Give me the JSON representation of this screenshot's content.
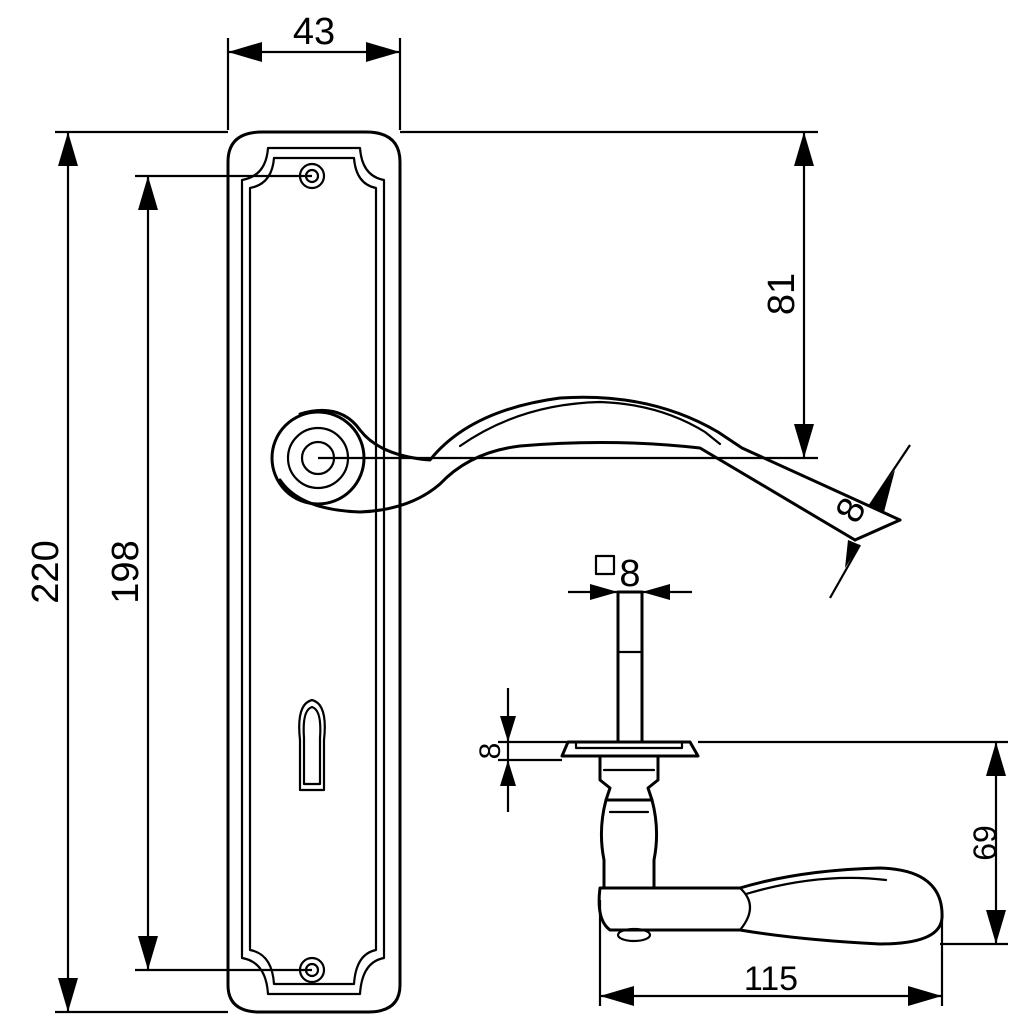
{
  "dimensions": {
    "plate_width": "43",
    "plate_height": "220",
    "screw_spacing": "198",
    "lever_height": "81",
    "lever_thickness": "8",
    "spindle_square": "8",
    "rose_thickness": "8",
    "projection": "69",
    "lever_length": "115"
  },
  "symbols": {
    "spindle_square_symbol": "square-symbol-icon"
  },
  "colors": {
    "stroke": "#000000",
    "background": "#ffffff"
  }
}
